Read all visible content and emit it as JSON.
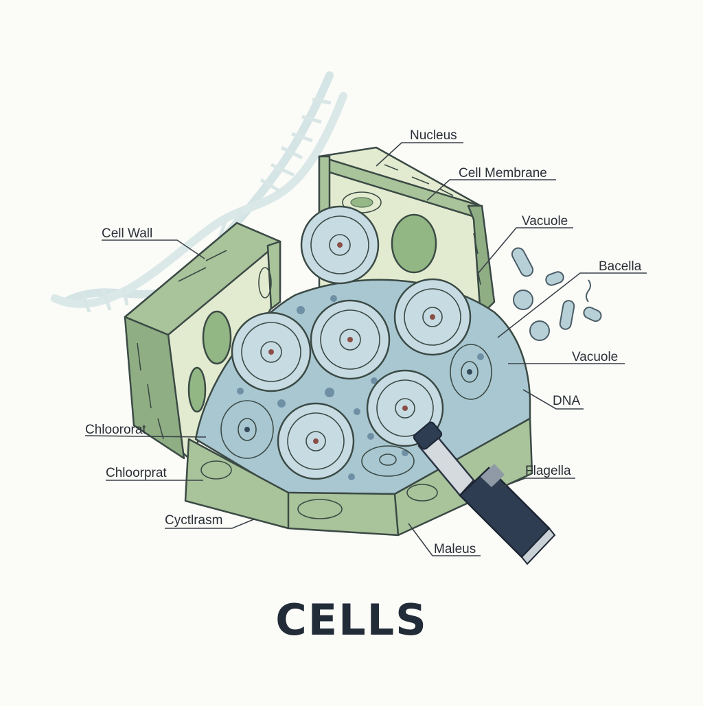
{
  "title": "CELLS",
  "labels": {
    "nucleus": "Nucleus",
    "cell_membrane": "Cell Membrane",
    "vacuole_top": "Vacuole",
    "bacella": "Bacella",
    "vacuole_mid": "Vacuole",
    "dna": "DNA",
    "flagella": "Flagella",
    "maleus": "Maleus",
    "cell_wall": "Cell Wall",
    "chloororat": "Chloororat",
    "chloorprat": "Chloorprat",
    "cyctlrasm": "Cyctlrasm"
  },
  "colors": {
    "wall_green": "#a9c39a",
    "wall_dark": "#8fae84",
    "inner_pale": "#e2ebcf",
    "cytoplasm_blue": "#a9c7d1",
    "nucleus_pink": "#c98f86",
    "dna_helix": "#cfe0e2",
    "microscope_dark": "#2f3d52"
  }
}
